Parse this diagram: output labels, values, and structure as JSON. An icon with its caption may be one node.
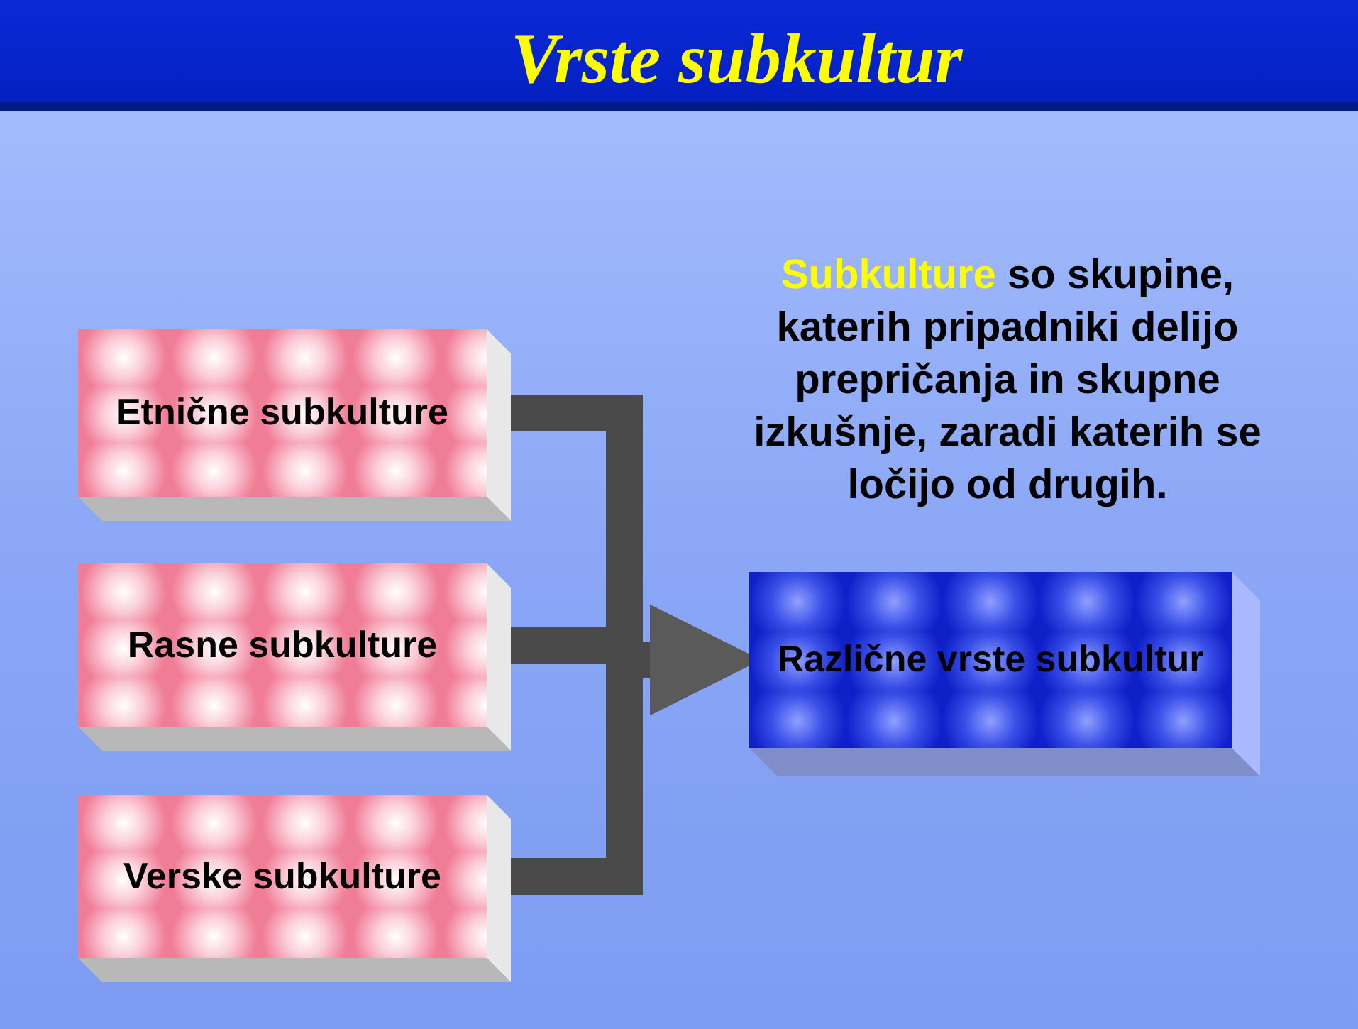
{
  "diagram": {
    "title": "Vrste subkultur",
    "nodes": [
      {
        "text": [
          "Etnične subkulture"
        ]
      },
      {
        "text": [
          "Rasne subkulture"
        ]
      },
      {
        "text": [
          "Verske subkulture"
        ]
      },
      {
        "text": [
          "Različne vrste subkultur"
        ]
      }
    ],
    "edges": [
      {
        "from": 0,
        "to": 3,
        "arrow": "to"
      },
      {
        "from": 1,
        "to": 3,
        "arrow": "to"
      },
      {
        "from": 2,
        "to": 3,
        "arrow": "to"
      }
    ],
    "labels": [
      "Subkulture",
      "so skupine, katerih pripadniki delijo prepričanja in skupne izkušnje, zaradi katerih se ločijo od drugih."
    ]
  }
}
